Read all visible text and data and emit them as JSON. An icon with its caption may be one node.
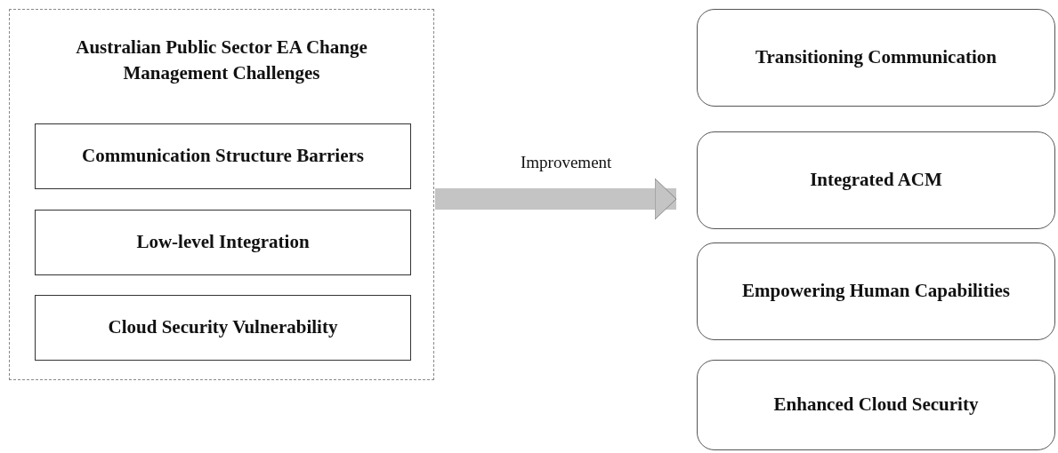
{
  "diagram": {
    "nodes": [
      {
        "text": [
          "Australian Public Sector EA Change Management Challenges"
        ]
      },
      {
        "text": [
          "Communication Structure Barriers"
        ],
        "in": 0
      },
      {
        "text": [
          "Low-level Integration"
        ],
        "in": 0
      },
      {
        "text": [
          "Cloud Security Vulnerability"
        ],
        "in": 0
      },
      {
        "text": [
          "Transitioning Communication"
        ]
      },
      {
        "text": [
          "Integrated ACM"
        ]
      },
      {
        "text": [
          "Empowering Human Capabilities"
        ]
      },
      {
        "text": [
          "Enhanced Cloud Security"
        ]
      }
    ],
    "edges": [
      {
        "from": 0,
        "to": 5,
        "arrow": "to",
        "label": "Improvement"
      }
    ]
  }
}
